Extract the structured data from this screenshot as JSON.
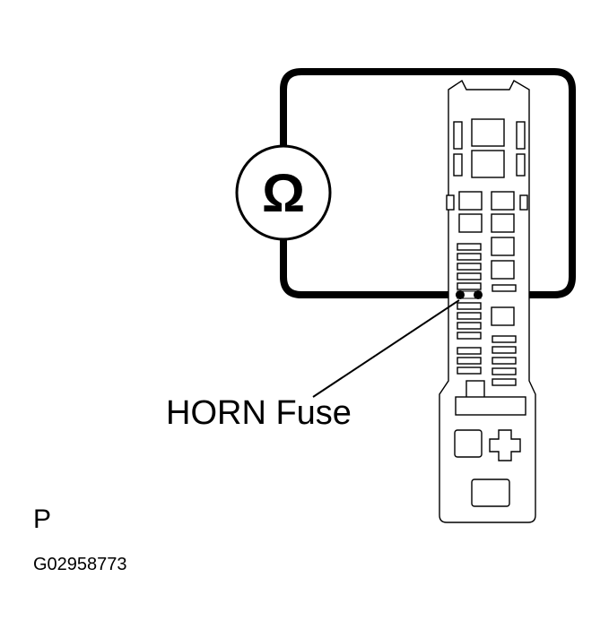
{
  "diagram": {
    "meter_symbol": "Ω",
    "callout_label": "HORN Fuse",
    "view_letter": "P",
    "figure_code": "G02958773"
  }
}
